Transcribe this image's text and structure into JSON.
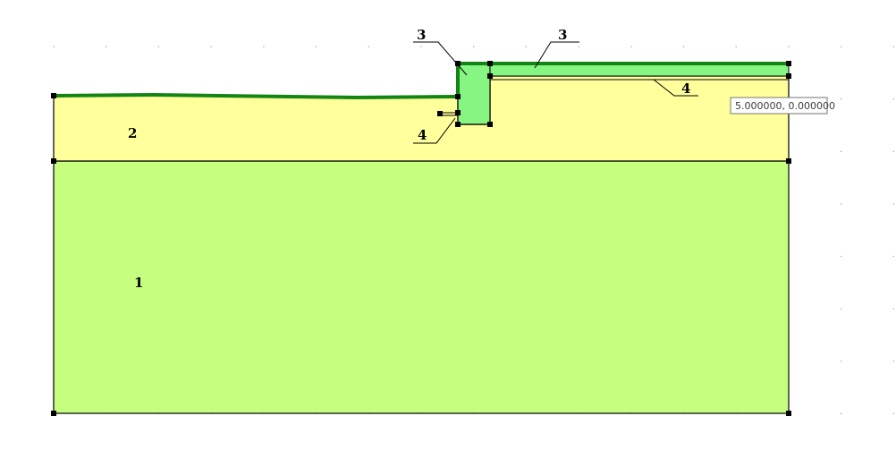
{
  "diagram": {
    "regions": [
      {
        "id": "1",
        "label": "1"
      },
      {
        "id": "2",
        "label": "2"
      }
    ],
    "callouts": [
      {
        "id": "plate-left",
        "label": "3"
      },
      {
        "id": "plate-right",
        "label": "3"
      },
      {
        "id": "anchor-right",
        "label": "4"
      },
      {
        "id": "anchor-left",
        "label": "4"
      }
    ],
    "cursor_readout": "5.000000, 0.000000"
  },
  "colors": {
    "soil_lower": "#c6ff7f",
    "soil_upper": "#ffff9c",
    "wall": "#86f582",
    "plate": "#138514",
    "outline": "#000000",
    "grid_dot": "#9a9a9a"
  }
}
